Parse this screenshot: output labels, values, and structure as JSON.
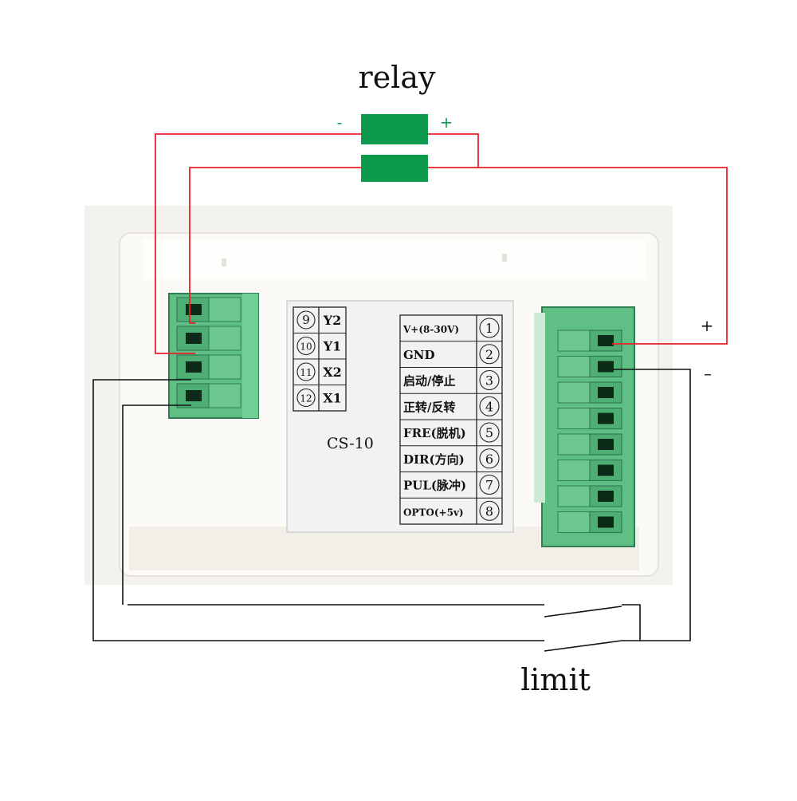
{
  "labels": {
    "relay": "relay",
    "limit": "limit",
    "relay_minus": "-",
    "relay_plus": "+",
    "power_plus": "+",
    "power_minus": "–",
    "model": "CS-10"
  },
  "left_terminals": [
    {
      "num": "9",
      "name": "Y2"
    },
    {
      "num": "10",
      "name": "Y1"
    },
    {
      "num": "11",
      "name": "X2"
    },
    {
      "num": "12",
      "name": "X1"
    }
  ],
  "right_terminals": [
    {
      "num": "1",
      "name": "V+(8-30V)"
    },
    {
      "num": "2",
      "name": "GND"
    },
    {
      "num": "3",
      "name": "启动/停止"
    },
    {
      "num": "4",
      "name": "正转/反转"
    },
    {
      "num": "5",
      "name": "FRE(脱机)"
    },
    {
      "num": "6",
      "name": "DIR(方向)"
    },
    {
      "num": "7",
      "name": "PUL(脉冲)"
    },
    {
      "num": "8",
      "name": "OPTO(+5v)"
    }
  ],
  "colors": {
    "wire_red": "#e8202a",
    "wire_black": "#111111",
    "relay_green": "#0e9a4c",
    "terminal_green": "#5fbf84",
    "terminal_dark": "#3c9a63",
    "housing": "#f7f6f1",
    "label_card": "#f2f2f2"
  }
}
